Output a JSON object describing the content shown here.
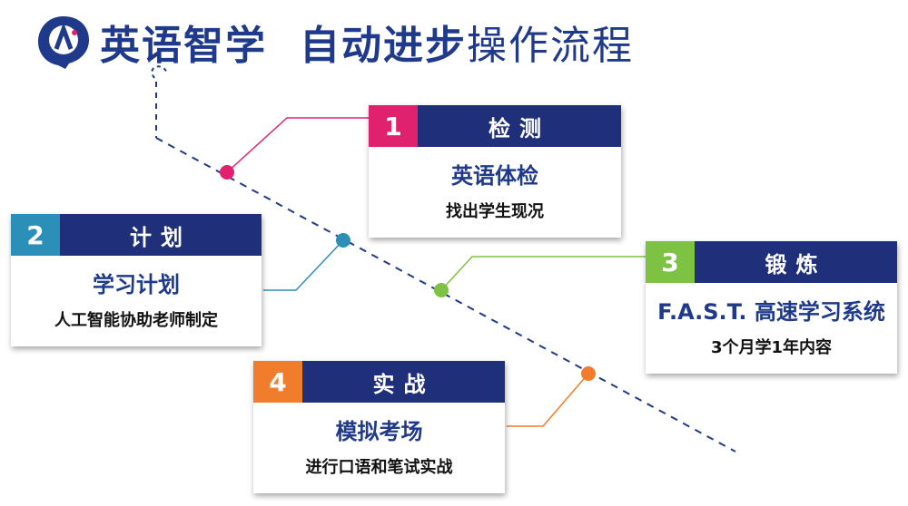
{
  "header": {
    "brand": "英语智学",
    "title_bold": "自动进步",
    "title_light": "操作流程"
  },
  "colors": {
    "navy": "#1f2f7a",
    "step1": "#e0226e",
    "step2": "#2b8fb8",
    "step3": "#7dc242",
    "step4": "#ef7d2b"
  },
  "steps": [
    {
      "num": "1",
      "label": "检测",
      "title": "英语体检",
      "desc": "找出学生现况"
    },
    {
      "num": "2",
      "label": "计划",
      "title": "学习计划",
      "desc": "人工智能协助老师制定"
    },
    {
      "num": "3",
      "label": "锻炼",
      "title": "F.A.S.T. 高速学习系统",
      "desc": "3个月学1年内容"
    },
    {
      "num": "4",
      "label": "实战",
      "title": "模拟考场",
      "desc": "进行口语和笔试实战"
    }
  ]
}
